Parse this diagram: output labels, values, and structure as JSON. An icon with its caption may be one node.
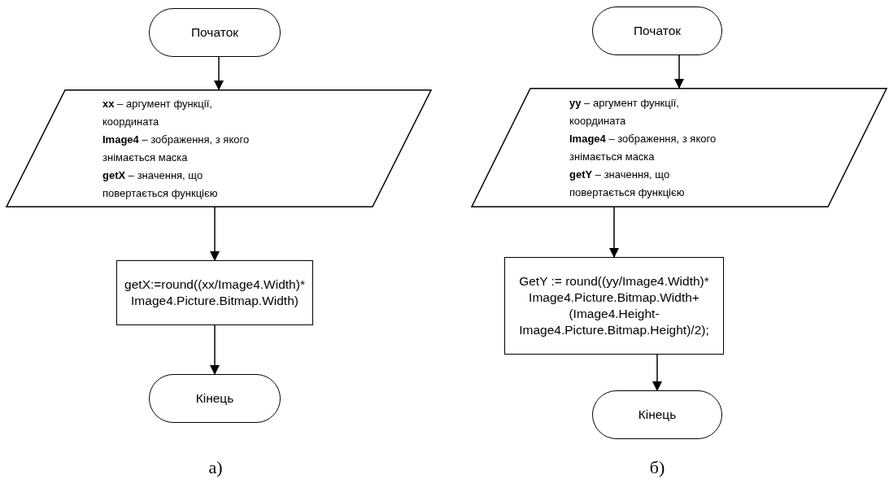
{
  "diagram": {
    "nodes": [
      {
        "text": [
          "Початок"
        ]
      },
      {
        "text": [
          "**xx** – аргумент функції, координата",
          "**Image4** – зображення, з якого знімається маска",
          "**getX** – значення, що повертається функцією"
        ]
      },
      {
        "text": [
          "getX:=round((xx/Image4.Width)* Image4.Picture.Bitmap.Width)"
        ]
      },
      {
        "text": [
          "Кінець"
        ]
      },
      {
        "text": [
          "Початок"
        ]
      },
      {
        "text": [
          "**yy** – аргумент функції, координата",
          "**Image4** – зображення, з якого знімається маска",
          "**getY** – значення, що повертається функцією"
        ]
      },
      {
        "text": [
          "GetY := round((yy/Image4.Width)* Image4.Picture.Bitmap.Width+ (Image4.Height- Image4.Picture.Bitmap.Height)/2);"
        ]
      },
      {
        "text": [
          "Кінець"
        ]
      }
    ],
    "edges": [
      {
        "from": 0,
        "to": 1,
        "arrow": "to"
      },
      {
        "from": 1,
        "to": 2,
        "arrow": "to"
      },
      {
        "from": 2,
        "to": 3,
        "arrow": "to"
      },
      {
        "from": 4,
        "to": 5,
        "arrow": "to"
      },
      {
        "from": 5,
        "to": 6,
        "arrow": "to"
      },
      {
        "from": 6,
        "to": 7,
        "arrow": "to"
      }
    ],
    "labels": [
      "а)",
      "б)"
    ]
  }
}
